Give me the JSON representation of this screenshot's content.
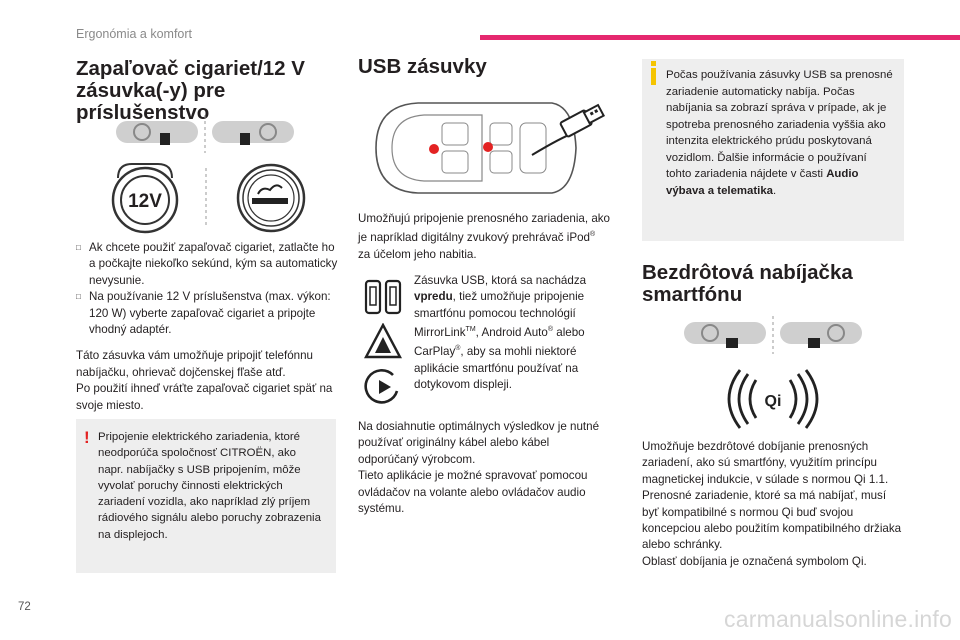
{
  "header": {
    "section": "Ergonómia a komfort"
  },
  "page_number": "72",
  "watermark": "carmanualsonline.info",
  "lighter": {
    "title_line1": "Zapaľovač cigariet/12 V",
    "title_line2": "zásuvka(-y) pre príslušenstvo",
    "socket_label": "12V",
    "bullets": [
      "Ak chcete použiť zapaľovač cigariet, zatlačte ho a počkajte niekoľko sekúnd, kým sa automaticky nevysunie.",
      "Na používanie 12 V príslušenstva (max. výkon: 120 W) vyberte zapaľovač cigariet a pripojte vhodný adaptér."
    ],
    "para_line1": "Táto zásuvka vám umožňuje pripojiť telefónnu nabíjačku, ohrievač dojčenskej fľaše atď.",
    "para_line2": "Po použití ihneď vráťte zapaľovač cigariet späť na svoje miesto.",
    "warning": "Pripojenie elektrického zariadenia, ktoré neodporúča spoločnosť CITROËN, ako napr. nabíjačky s USB pripojením, môže vyvolať poruchy činnosti elektrických zariadení vozidla, ako napríklad zlý príjem rádiového signálu alebo poruchy zobrazenia na displejoch."
  },
  "usb": {
    "title": "USB zásuvky",
    "intro_a": "Umožňujú pripojenie prenosného zariadenia, ako je napríklad digitálny zvukový prehrávač iPod",
    "intro_reg": "®",
    "intro_b": " za účelom jeho nabitia.",
    "socket_text_a": "Zásuvka USB, ktorá sa nachádza ",
    "socket_bold": "vpredu",
    "socket_text_b": ", tiež umožňuje pripojenie smartfónu pomocou technológií MirrorLink",
    "tm": "TM",
    "socket_text_c": ", Android Auto",
    "reg": "®",
    "socket_text_d": " alebo CarPlay",
    "socket_text_e": ", aby sa mohli niektoré aplikácie smartfónu používať na dotykovom displeji.",
    "cable_line1": "Na dosiahnutie optimálnych výsledkov je nutné používať originálny kábel alebo kábel odporúčaný výrobcom.",
    "cable_line2": "Tieto aplikácie je možné spravovať pomocou ovládačov na volante alebo ovládačov audio systému."
  },
  "info": {
    "text": "Počas používania zásuvky USB sa prenosné zariadenie automaticky nabíja. Počas nabíjania sa zobrazí správa v prípade, ak je spotreba prenosného zariadenia vyššia ako intenzita elektrického prúdu poskytovaná vozidlom. Ďalšie informácie o používaní tohto zariadenia nájdete v časti ",
    "bold": "Audio výbava a telematika",
    "end": "."
  },
  "wireless": {
    "title_line1": "Bezdrôtová nabíjačka",
    "title_line2": "smartfónu",
    "symbol_label": "Qi",
    "para_line1": "Umožňuje bezdrôtové dobíjanie prenosných zariadení, ako sú smartfóny, využitím princípu magnetickej indukcie, v súlade s normou Qi 1.1.",
    "para_line2": "Prenosné zariadenie, ktoré sa má nabíjať, musí byť kompatibilné s normou Qi buď svojou koncepciou alebo použitím kompatibilného držiaka alebo schránky.",
    "para_line3": "Oblasť dobíjania je označená symbolom Qi."
  },
  "colors": {
    "accent": "#e5286f",
    "warning": "#e32222",
    "info": "#f5c400",
    "box": "#eeeeee"
  }
}
